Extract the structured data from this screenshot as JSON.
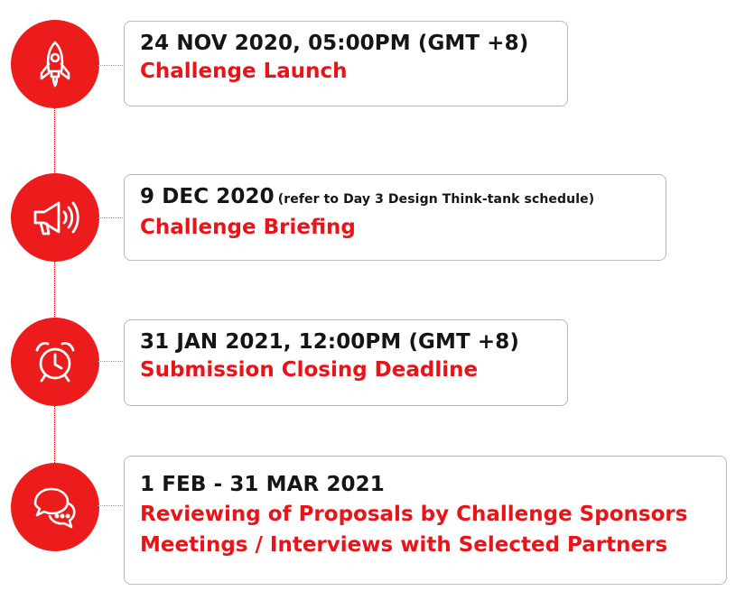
{
  "accent_color": "#ec1c1c",
  "events": [
    {
      "icon": "rocket-icon",
      "date": "24 NOV 2020, 05:00PM (GMT +8)",
      "note": "",
      "titles": [
        "Challenge Launch"
      ]
    },
    {
      "icon": "megaphone-icon",
      "date": "9 DEC 2020",
      "note": "(refer to Day 3 Design Think-tank schedule)",
      "titles": [
        "Challenge Briefing"
      ]
    },
    {
      "icon": "alarm-clock-icon",
      "date": "31 JAN 2021, 12:00PM (GMT +8)",
      "note": "",
      "titles": [
        "Submission Closing Deadline"
      ]
    },
    {
      "icon": "chat-bubbles-icon",
      "date": "1 FEB - 31 MAR 2021",
      "note": "",
      "titles": [
        "Reviewing of Proposals by Challenge Sponsors",
        "Meetings / Interviews with Selected Partners"
      ]
    }
  ]
}
